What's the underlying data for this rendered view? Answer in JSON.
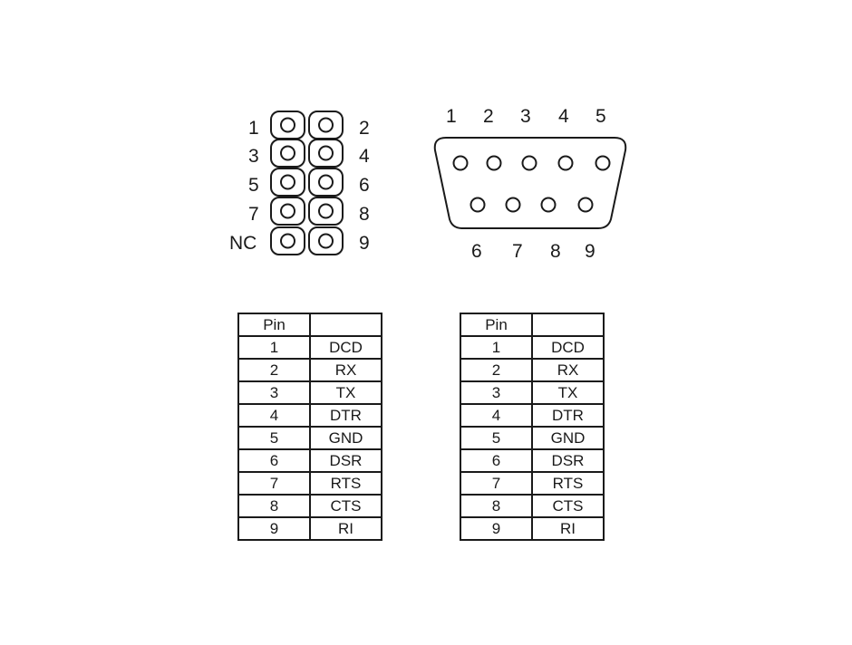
{
  "header_connector": {
    "left_labels": [
      "1",
      "3",
      "5",
      "7",
      "NC"
    ],
    "right_labels": [
      "2",
      "4",
      "6",
      "8",
      "9"
    ]
  },
  "db9_connector": {
    "top_labels": [
      "1",
      "2",
      "3",
      "4",
      "5"
    ],
    "bottom_labels": [
      "6",
      "7",
      "8",
      "9"
    ]
  },
  "tables": [
    {
      "header": [
        "Pin",
        ""
      ],
      "rows": [
        [
          "1",
          "DCD"
        ],
        [
          "2",
          "RX"
        ],
        [
          "3",
          "TX"
        ],
        [
          "4",
          "DTR"
        ],
        [
          "5",
          "GND"
        ],
        [
          "6",
          "DSR"
        ],
        [
          "7",
          "RTS"
        ],
        [
          "8",
          "CTS"
        ],
        [
          "9",
          "RI"
        ]
      ]
    },
    {
      "header": [
        "Pin",
        ""
      ],
      "rows": [
        [
          "1",
          "DCD"
        ],
        [
          "2",
          "RX"
        ],
        [
          "3",
          "TX"
        ],
        [
          "4",
          "DTR"
        ],
        [
          "5",
          "GND"
        ],
        [
          "6",
          "DSR"
        ],
        [
          "7",
          "RTS"
        ],
        [
          "8",
          "CTS"
        ],
        [
          "9",
          "RI"
        ]
      ]
    }
  ]
}
